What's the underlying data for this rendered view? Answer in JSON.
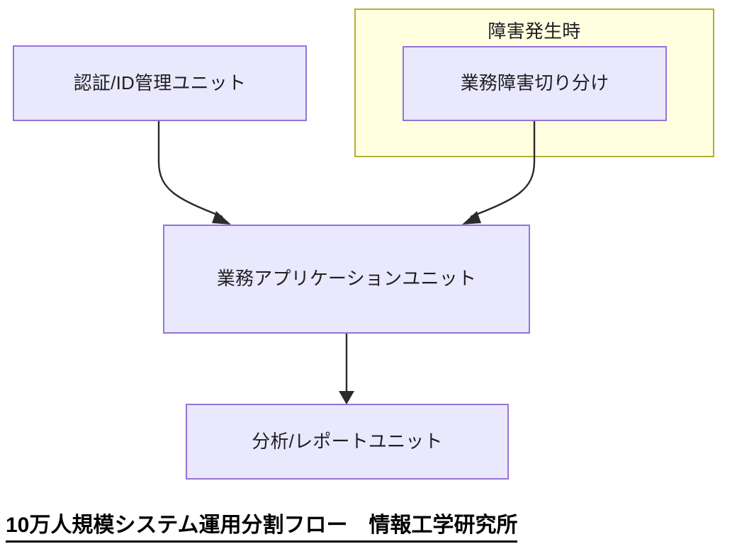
{
  "diagram": {
    "type": "flowchart",
    "direction": "top-to-bottom",
    "caption": "10万人規模システム運用分割フロー　情報工学研究所",
    "colors": {
      "node_fill": "#e9e8fd",
      "node_border": "#9673d6",
      "group_fill": "#ffffe0",
      "group_border": "#b3ae36",
      "edge": "#2b2b2e",
      "text": "#1f1f22",
      "caption_text": "#000000",
      "background": "#ffffff"
    },
    "group": {
      "id": "incident",
      "title": "障害発生時"
    },
    "nodes": [
      {
        "id": "auth",
        "label": "認証/ID管理ユニット"
      },
      {
        "id": "fault",
        "label": "業務障害切り分け"
      },
      {
        "id": "app",
        "label": "業務アプリケーションユニット"
      },
      {
        "id": "report",
        "label": "分析/レポートユニット"
      }
    ],
    "edges": [
      {
        "id": "auth-to-app",
        "from": "認証/ID管理ユニット",
        "to": "業務アプリケーションユニット",
        "label": ""
      },
      {
        "id": "fault-to-app",
        "from": "業務障害切り分け",
        "to": "業務アプリケーションユニット",
        "label": ""
      },
      {
        "id": "app-to-report",
        "from": "業務アプリケーションユニット",
        "to": "分析/レポートユニット",
        "label": ""
      }
    ]
  }
}
